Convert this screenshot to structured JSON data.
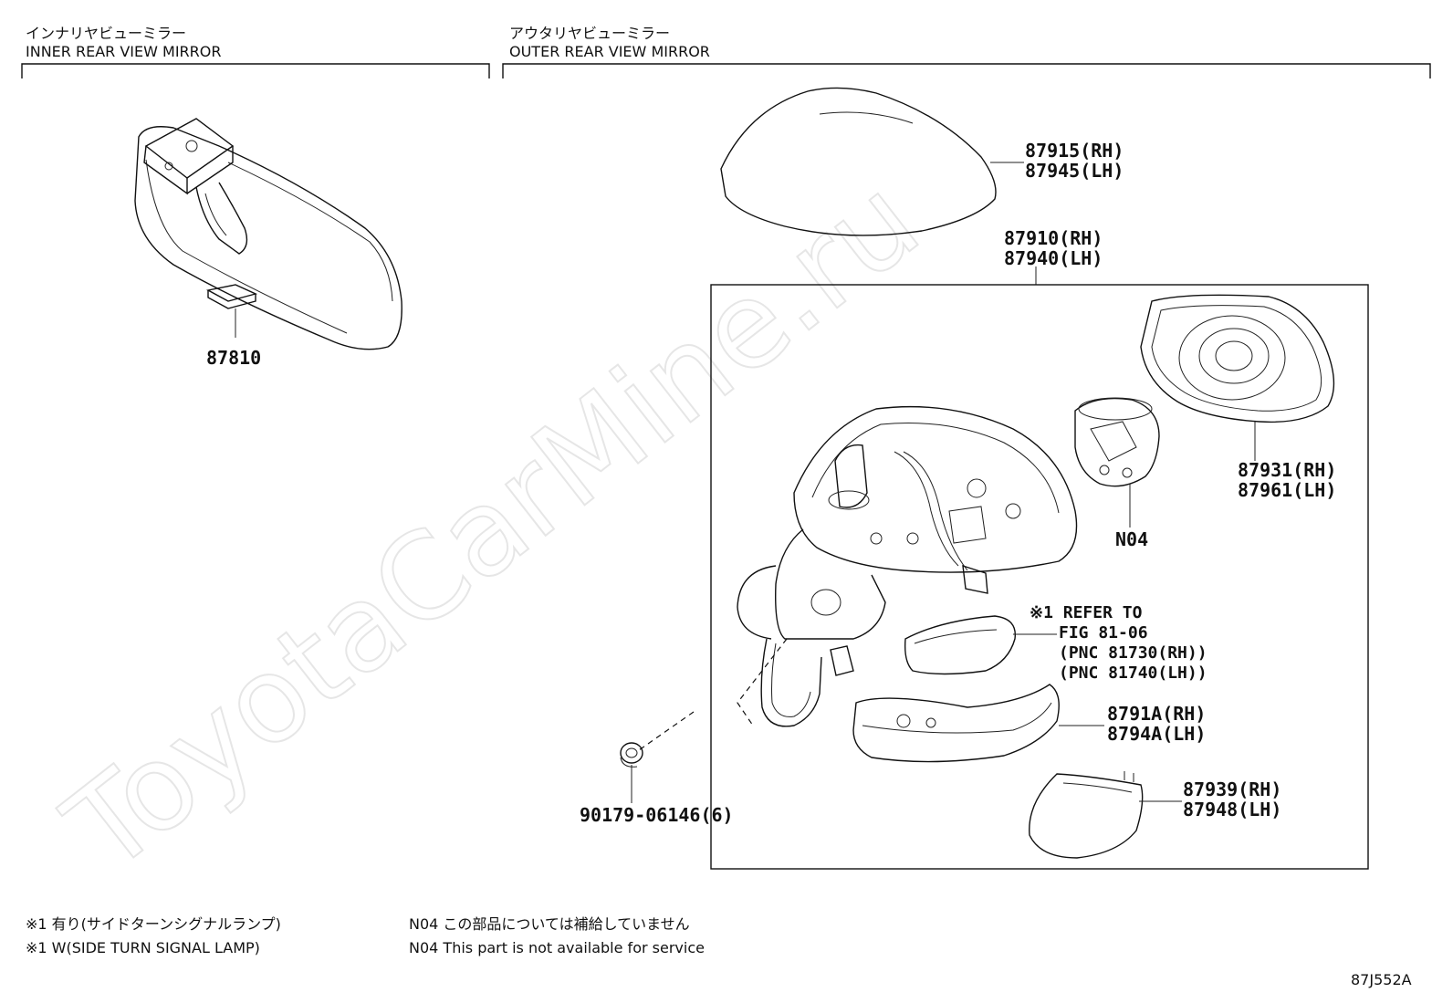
{
  "sections": {
    "inner": {
      "title_jp": "インナリヤビューミラー",
      "title_en": "INNER REAR VIEW MIRROR"
    },
    "outer": {
      "title_jp": "アウタリヤビューミラー",
      "title_en": "OUTER REAR VIEW MIRROR"
    }
  },
  "parts": {
    "p87810": "87810",
    "p87915": "87915(RH)",
    "p87945": "87945(LH)",
    "p87910": "87910(RH)",
    "p87940": "87940(LH)",
    "p87931": "87931(RH)",
    "p87961": "87961(LH)",
    "pN04": "N04",
    "p8791A": "8791A(RH)",
    "p8794A": "8794A(LH)",
    "p87939": "87939(RH)",
    "p87948": "87948(LH)",
    "p90179": "90179-06146(6)"
  },
  "refer": {
    "line1": "※1 REFER TO",
    "line2": "FIG 81-06",
    "line3": "(PNC 81730(RH))",
    "line4": "(PNC 81740(LH))"
  },
  "notes": {
    "n1_jp": "※1 有り(サイドターンシグナルランプ)",
    "n1_en": "※1 W(SIDE TURN SIGNAL LAMP)",
    "n2_jp": "N04 この部品については補給していません",
    "n2_en": "N04 This part is not available for service"
  },
  "figure_id": "87J552A",
  "watermark": "ToyotaCarMine.ru"
}
